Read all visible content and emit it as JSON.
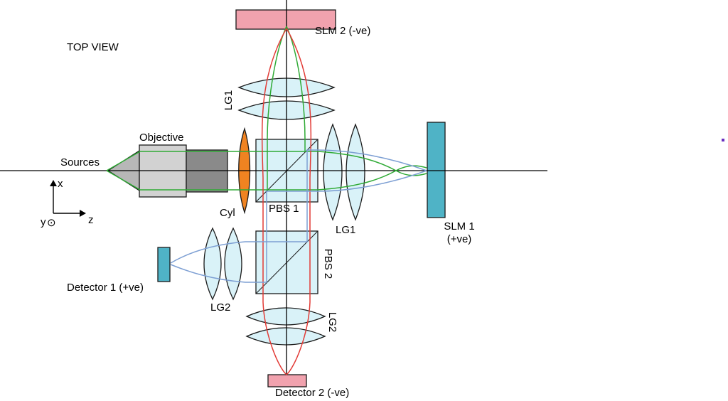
{
  "title": {
    "top_view": "TOP VIEW"
  },
  "labels": {
    "slm2": "SLM 2 (-ve)",
    "lg1_top": "LG1",
    "sources": "Sources",
    "objective": "Objective",
    "cyl": "Cyl",
    "pbs1": "PBS 1",
    "lg1_right": "LG1",
    "slm1_line1": "SLM 1",
    "slm1_line2": "(+ve)",
    "pbs2": "PBS 2",
    "lg2_left": "LG2",
    "detector1": "Detector 1 (+ve)",
    "lg2_bottom": "LG2",
    "detector2": "Detector 2 (-ve)"
  },
  "axes": {
    "x": "x",
    "y": "y",
    "y_dot": "⊙",
    "z": "z"
  },
  "colors": {
    "beam_green": "#2faa35",
    "beam_red": "#e23b36",
    "beam_blue": "#7d9fd3",
    "lens_fill": "#d9f2f8",
    "pbs_fill": "#d9f2f8",
    "slm_pink": "#f1a2ae",
    "slm_teal": "#4fb3c6",
    "cyl_orange": "#f08321",
    "objective_light": "#d2d2d2",
    "objective_dark": "#8a8a8a",
    "cone_gray": "#b7b7b7",
    "cursor": "#6a30c0"
  }
}
